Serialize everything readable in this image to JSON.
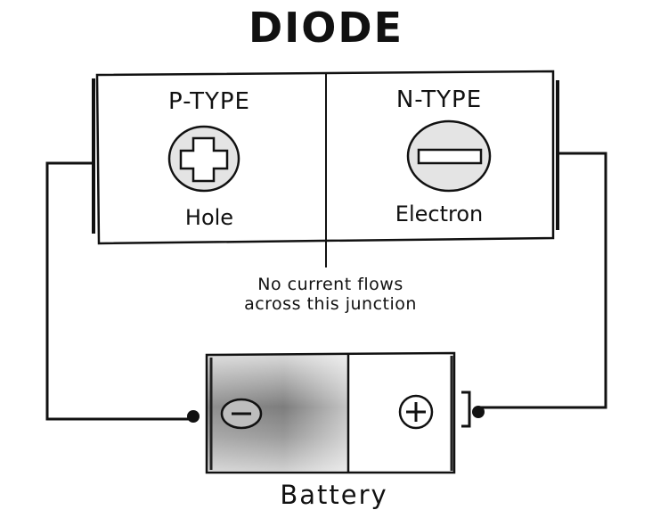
{
  "title": "DIODE",
  "diode": {
    "p_region": {
      "label": "P-TYPE",
      "carrier": "Hole",
      "symbol_icon": "plus-icon"
    },
    "n_region": {
      "label": "N-TYPE",
      "carrier": "Electron",
      "symbol_icon": "minus-icon"
    }
  },
  "junction_note": {
    "line1": "No current flows",
    "line2": "across this junction"
  },
  "battery": {
    "label": "Battery",
    "negative_terminal_icon": "minus-icon",
    "positive_terminal_icon": "plus-icon"
  },
  "colors": {
    "ink": "#111111",
    "paper": "#ffffff",
    "battery_shade": "#8a8a8a"
  }
}
